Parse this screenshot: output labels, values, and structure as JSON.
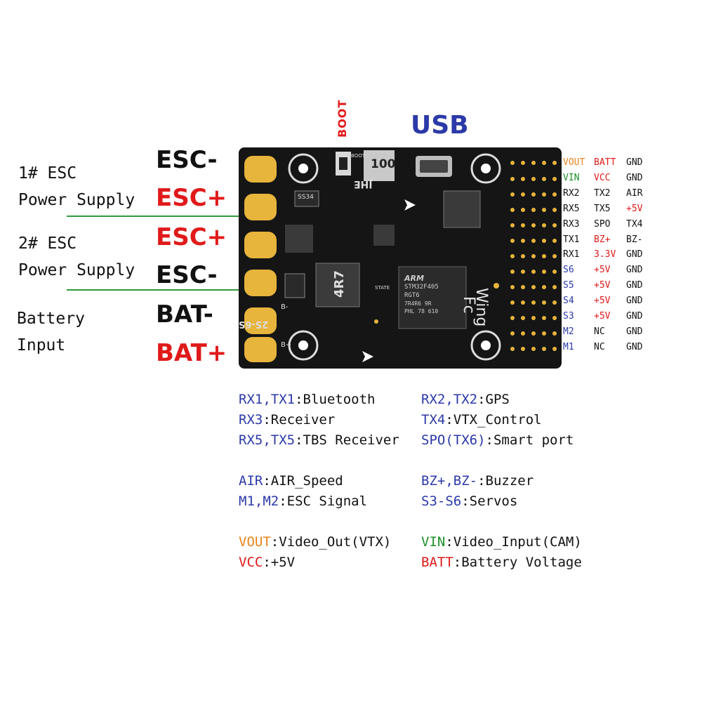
{
  "colors": {
    "blue": "#2c39a8",
    "red": "#e01a1a",
    "green": "#1f8f2a",
    "orange": "#e8841a",
    "black": "#111111",
    "board": "#151515",
    "pad_gold": "#e7b43c"
  },
  "top_labels": {
    "boot": "BOOT",
    "usb": "USB"
  },
  "left_groups": [
    {
      "line1": "1# ESC",
      "line2": "Power Supply"
    },
    {
      "line1": "2# ESC",
      "line2": "Power Supply"
    },
    {
      "line1": "Battery",
      "line2": "Input"
    }
  ],
  "pad_labels": [
    {
      "text": "ESC-",
      "color": "black"
    },
    {
      "text": "ESC+",
      "color": "red"
    },
    {
      "text": "ESC+",
      "color": "red"
    },
    {
      "text": "ESC-",
      "color": "black"
    },
    {
      "text": "BAT-",
      "color": "black"
    },
    {
      "text": "BAT+",
      "color": "red"
    }
  ],
  "board_silk": {
    "jhe": "JHE",
    "wing": "Wing",
    "fc": "Fc",
    "chip_brand": "ARM",
    "chip_part": "STM32F405",
    "chip_code": "RGT6",
    "chip_batch": "7R4R6 9R",
    "chip_lot": "PHL 78 610",
    "inductor": "4R7",
    "cap": "100",
    "cells": "2S-6S",
    "ss34": "SS34",
    "state": "STATE",
    "boot_small": "BOOT",
    "b_minus": "B-",
    "b_plus": "B+"
  },
  "pin_table": [
    [
      {
        "t": "VOUT",
        "c": "orange"
      },
      {
        "t": "BATT",
        "c": "red"
      },
      {
        "t": "GND",
        "c": "black"
      }
    ],
    [
      {
        "t": "VIN",
        "c": "green"
      },
      {
        "t": "VCC",
        "c": "red"
      },
      {
        "t": "GND",
        "c": "black"
      }
    ],
    [
      {
        "t": "RX2",
        "c": "black"
      },
      {
        "t": "TX2",
        "c": "black"
      },
      {
        "t": "AIR",
        "c": "black"
      }
    ],
    [
      {
        "t": "RX5",
        "c": "black"
      },
      {
        "t": "TX5",
        "c": "black"
      },
      {
        "t": "+5V",
        "c": "red"
      }
    ],
    [
      {
        "t": "RX3",
        "c": "black"
      },
      {
        "t": "SPO",
        "c": "black"
      },
      {
        "t": "TX4",
        "c": "black"
      }
    ],
    [
      {
        "t": "TX1",
        "c": "black"
      },
      {
        "t": "BZ+",
        "c": "red"
      },
      {
        "t": "BZ-",
        "c": "black"
      }
    ],
    [
      {
        "t": "RX1",
        "c": "black"
      },
      {
        "t": "3.3V",
        "c": "red"
      },
      {
        "t": "GND",
        "c": "black"
      }
    ],
    [
      {
        "t": "S6",
        "c": "blue"
      },
      {
        "t": "+5V",
        "c": "red"
      },
      {
        "t": "GND",
        "c": "black"
      }
    ],
    [
      {
        "t": "S5",
        "c": "blue"
      },
      {
        "t": "+5V",
        "c": "red"
      },
      {
        "t": "GND",
        "c": "black"
      }
    ],
    [
      {
        "t": "S4",
        "c": "blue"
      },
      {
        "t": "+5V",
        "c": "red"
      },
      {
        "t": "GND",
        "c": "black"
      }
    ],
    [
      {
        "t": "S3",
        "c": "blue"
      },
      {
        "t": "+5V",
        "c": "red"
      },
      {
        "t": "GND",
        "c": "black"
      }
    ],
    [
      {
        "t": "M2",
        "c": "blue"
      },
      {
        "t": "NC",
        "c": "black"
      },
      {
        "t": "GND",
        "c": "black"
      }
    ],
    [
      {
        "t": "M1",
        "c": "blue"
      },
      {
        "t": "NC",
        "c": "black"
      },
      {
        "t": "GND",
        "c": "black"
      }
    ]
  ],
  "legend": [
    {
      "key": "RX1,TX1",
      "desc": ":Bluetooth",
      "color": "blue"
    },
    {
      "key": "RX2,TX2",
      "desc": ":GPS",
      "color": "blue"
    },
    {
      "key": "RX3",
      "desc": ":Receiver",
      "color": "blue"
    },
    {
      "key": "TX4",
      "desc": ":VTX_Control",
      "color": "blue"
    },
    {
      "key": "RX5,TX5",
      "desc": ":TBS Receiver",
      "color": "blue"
    },
    {
      "key": "SPO(TX6)",
      "desc": ":Smart port",
      "color": "blue"
    },
    {
      "key": "AIR",
      "desc": ":AIR_Speed",
      "color": "blue"
    },
    {
      "key": "BZ+,BZ-",
      "desc": ":Buzzer",
      "color": "blue"
    },
    {
      "key": "M1,M2",
      "desc": ":ESC Signal",
      "color": "blue"
    },
    {
      "key": "S3-S6",
      "desc": ":Servos",
      "color": "blue"
    },
    {
      "key": "VOUT",
      "desc": ":Video_Out(VTX)",
      "color": "orange"
    },
    {
      "key": "VIN",
      "desc": ":Video_Input(CAM)",
      "color": "green"
    },
    {
      "key": "VCC",
      "desc": ":+5V",
      "color": "red"
    },
    {
      "key": "BATT",
      "desc": ":Battery Voltage",
      "color": "red"
    }
  ]
}
